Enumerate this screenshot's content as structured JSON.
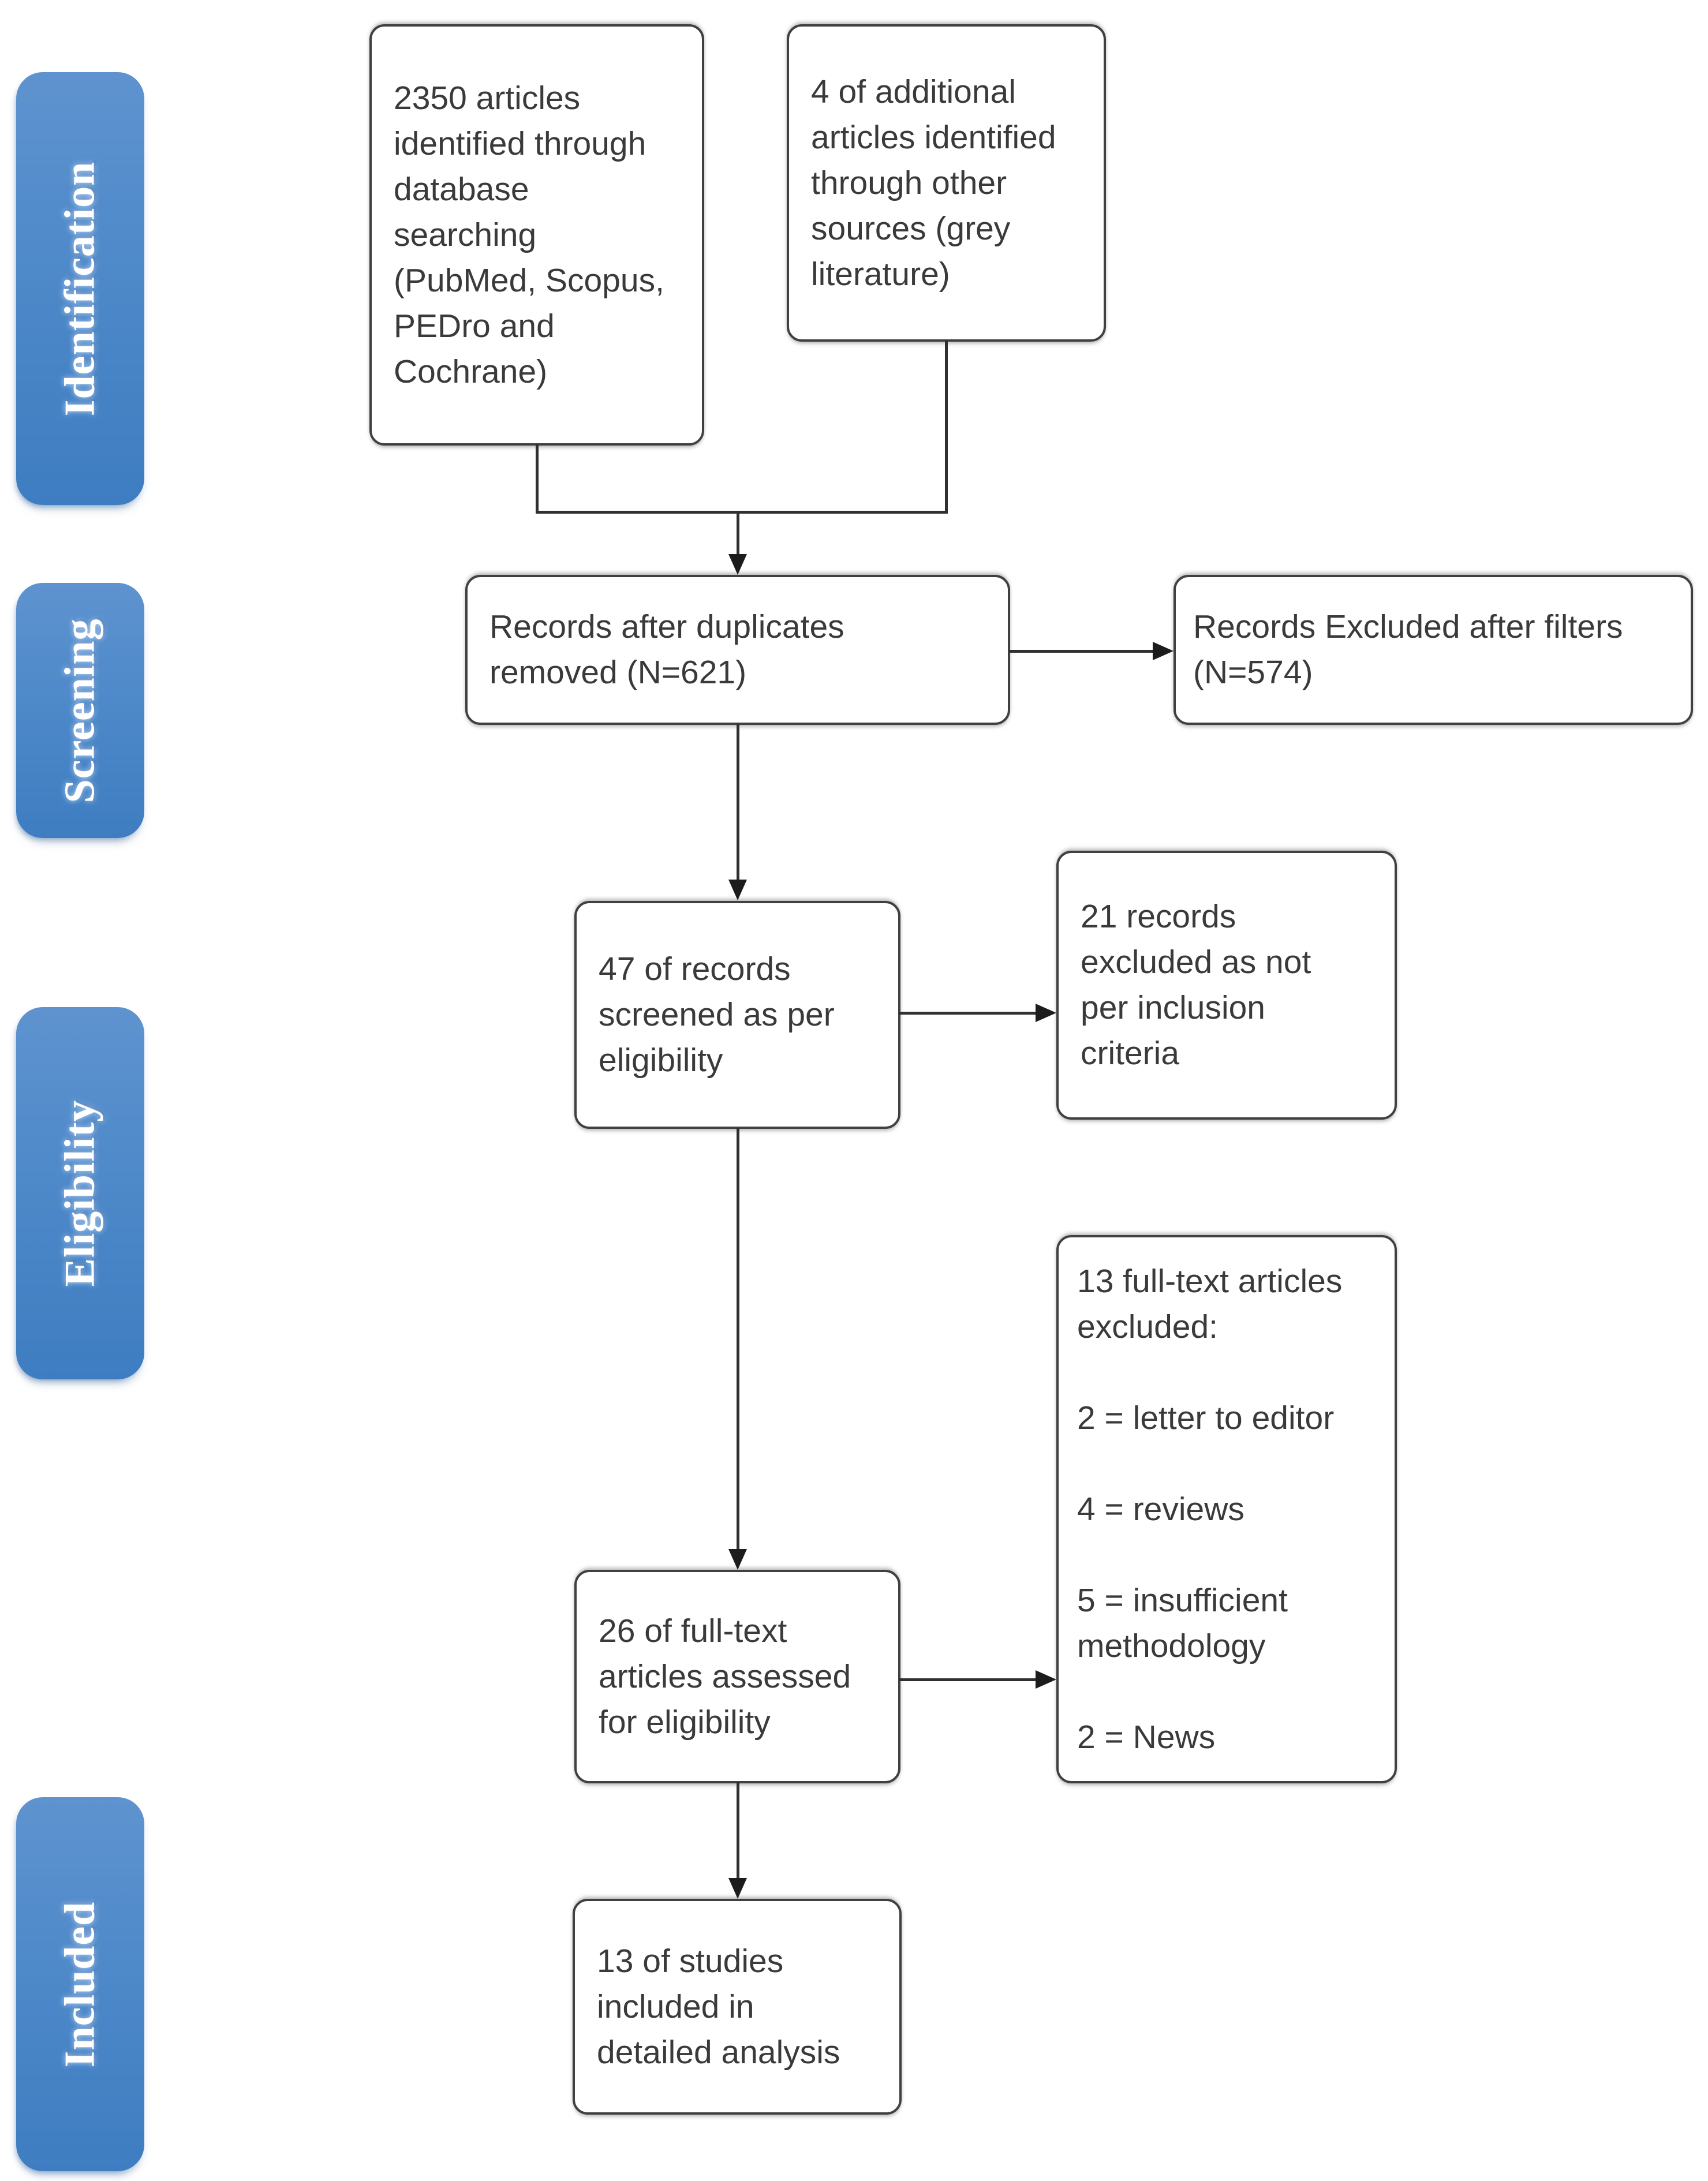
{
  "diagram_title": "PRISMA study selection flow diagram",
  "colors": {
    "stage_label_blue": "#4b87c8",
    "stage_label_text": "#ffffff",
    "box_border": "#404040",
    "box_text": "#3a3a3a",
    "arrow": "#1c1c1c",
    "background": "#ffffff"
  },
  "stages": [
    {
      "label": "Identification"
    },
    {
      "label": "Screening"
    },
    {
      "label": "Eligibility"
    },
    {
      "label": "Included"
    }
  ],
  "boxes": [
    {
      "name": "records-identified-database",
      "text": "2350 articles identified through database searching (PubMed, Scopus, PEDro and Cochrane)",
      "lines": [
        "2350 articles",
        "identified through",
        "database",
        "searching",
        "(PubMed, Scopus,",
        "PEDro and",
        "Cochrane)"
      ]
    },
    {
      "name": "records-other-sources",
      "text": "4 of additional articles identified through other sources (grey literature)",
      "lines": [
        "4 of additional",
        "articles identified",
        "through other",
        "sources (grey",
        "literature)"
      ]
    },
    {
      "name": "records-after-duplicates",
      "text": "Records after duplicates removed (N=621)",
      "lines": [
        "Records after duplicates",
        "removed (N=621)"
      ]
    },
    {
      "name": "records-excluded-filters",
      "text": "Records Excluded after filters (N=574)",
      "lines": [
        "Records Excluded after filters",
        "(N=574)"
      ]
    },
    {
      "name": "records-screened",
      "text": "47 of records screened as per eligibility",
      "lines": [
        "47 of records",
        "screened as per",
        "eligibility"
      ]
    },
    {
      "name": "records-excluded-criteria",
      "text": "21 records excluded as not per inclusion criteria",
      "lines": [
        "21 records",
        "excluded as not",
        "per inclusion",
        "criteria"
      ]
    },
    {
      "name": "fulltext-assessed",
      "text": "26 of full-text articles assessed for eligibility",
      "lines": [
        "26 of full-text",
        "articles assessed",
        "for eligibility"
      ]
    },
    {
      "name": "fulltext-excluded",
      "text": "13 full-text articles excluded: 2 = letter to editor, 4 = reviews, 5 = insufficient methodology, 2 = News",
      "lines": [
        "13 full-text articles",
        "excluded:",
        "",
        "2 = letter to editor",
        "",
        "4 = reviews",
        "",
        "5 = insufficient",
        "methodology",
        "",
        "2 = News"
      ]
    },
    {
      "name": "studies-included",
      "text": "13 of studies included in detailed analysis",
      "lines": [
        "13 of studies",
        "included in",
        "detailed analysis"
      ]
    }
  ]
}
